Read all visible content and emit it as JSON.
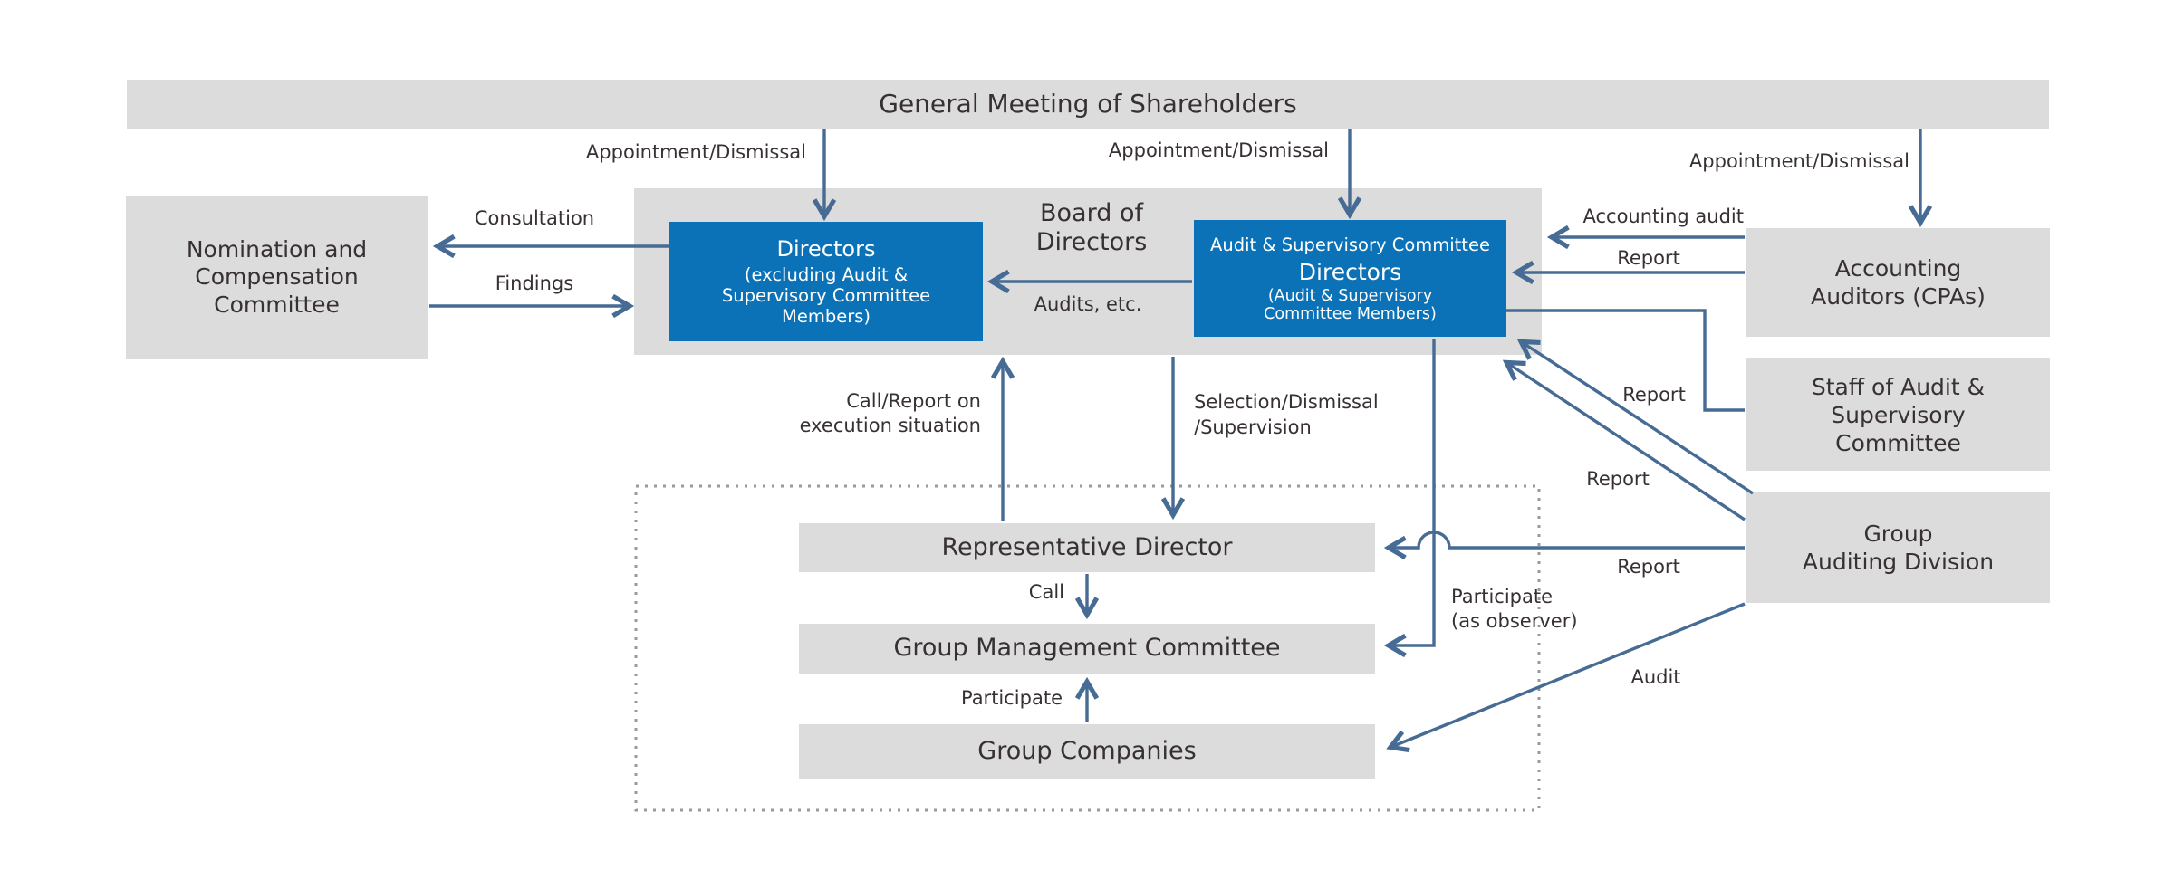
{
  "colors": {
    "box_gray": "#dcdcdc",
    "box_blue": "#0c72b8",
    "line_blue": "#466b94",
    "text_dark": "#383134",
    "text_white": "#ffffff",
    "dashed_border": "#9a9a9a"
  },
  "nodes": {
    "general_meeting": {
      "label": "General Meeting of Shareholders"
    },
    "nomination_committee": {
      "lines": [
        "Nomination and",
        "Compensation",
        "Committee"
      ]
    },
    "board_of_directors": {
      "lines": [
        "Board of",
        "Directors"
      ]
    },
    "directors_excluding": {
      "title": "Directors",
      "sub_lines": [
        "(excluding Audit &",
        "Supervisory Committee",
        "Members)"
      ]
    },
    "audit_supervisory_directors": {
      "heading": "Audit & Supervisory Committee",
      "title": "Directors",
      "sub_lines": [
        "(Audit & Supervisory",
        "Committee Members)"
      ]
    },
    "accounting_auditors": {
      "lines": [
        "Accounting",
        "Auditors (CPAs)"
      ]
    },
    "staff_audit_committee": {
      "lines": [
        "Staff of Audit &",
        "Supervisory",
        "Committee"
      ]
    },
    "group_auditing_division": {
      "lines": [
        "Group",
        "Auditing Division"
      ]
    },
    "representative_director": {
      "label": "Representative Director"
    },
    "group_management_committee": {
      "label": "Group Management Committee"
    },
    "group_companies": {
      "label": "Group Companies"
    }
  },
  "edge_labels": {
    "appointment_dismissal_left": "Appointment/Dismissal",
    "appointment_dismissal_center": "Appointment/Dismissal",
    "appointment_dismissal_right": "Appointment/Dismissal",
    "consultation": "Consultation",
    "findings": "Findings",
    "audits_etc": "Audits, etc.",
    "accounting_audit": "Accounting audit",
    "report_from_accounting": "Report",
    "report_diagonal_upper": "Report",
    "report_diagonal_lower": "Report",
    "report_to_representative": "Report",
    "call_report_lines": [
      "Call/Report on",
      "execution situation"
    ],
    "selection_lines": [
      "Selection/Dismissal",
      "/Supervision"
    ],
    "call": "Call",
    "participate": "Participate",
    "participate_observer_lines": [
      "Participate",
      "(as observer)"
    ],
    "audit": "Audit"
  }
}
